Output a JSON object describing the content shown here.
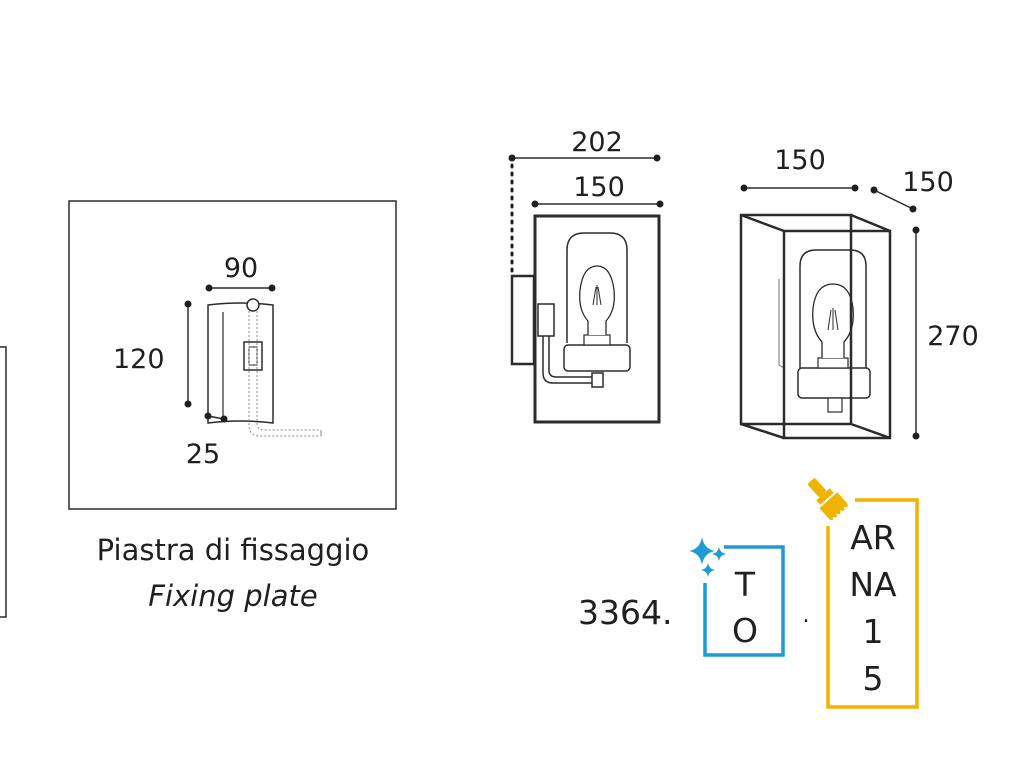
{
  "fixing_plate": {
    "dim_width": "90",
    "dim_height": "120",
    "dim_depth": "25",
    "caption_it": "Piastra di fissaggio",
    "caption_en": "Fixing plate"
  },
  "side_view": {
    "dim_total_depth": "202",
    "dim_body_depth": "150"
  },
  "perspective_view": {
    "dim_width": "150",
    "dim_depth": "150",
    "dim_height": "270"
  },
  "product_code": {
    "prefix": "3364.",
    "finish_lines": [
      "T",
      "O"
    ],
    "separator": ".",
    "color_lines": [
      "AR",
      "NA",
      "1",
      "5"
    ]
  },
  "colors": {
    "line": "#2b2b2b",
    "finish_box": "#1e9ad6",
    "color_box": "#f0b400"
  },
  "icons": {
    "finish": "sparkle-icon",
    "color": "paintbrush-icon"
  }
}
